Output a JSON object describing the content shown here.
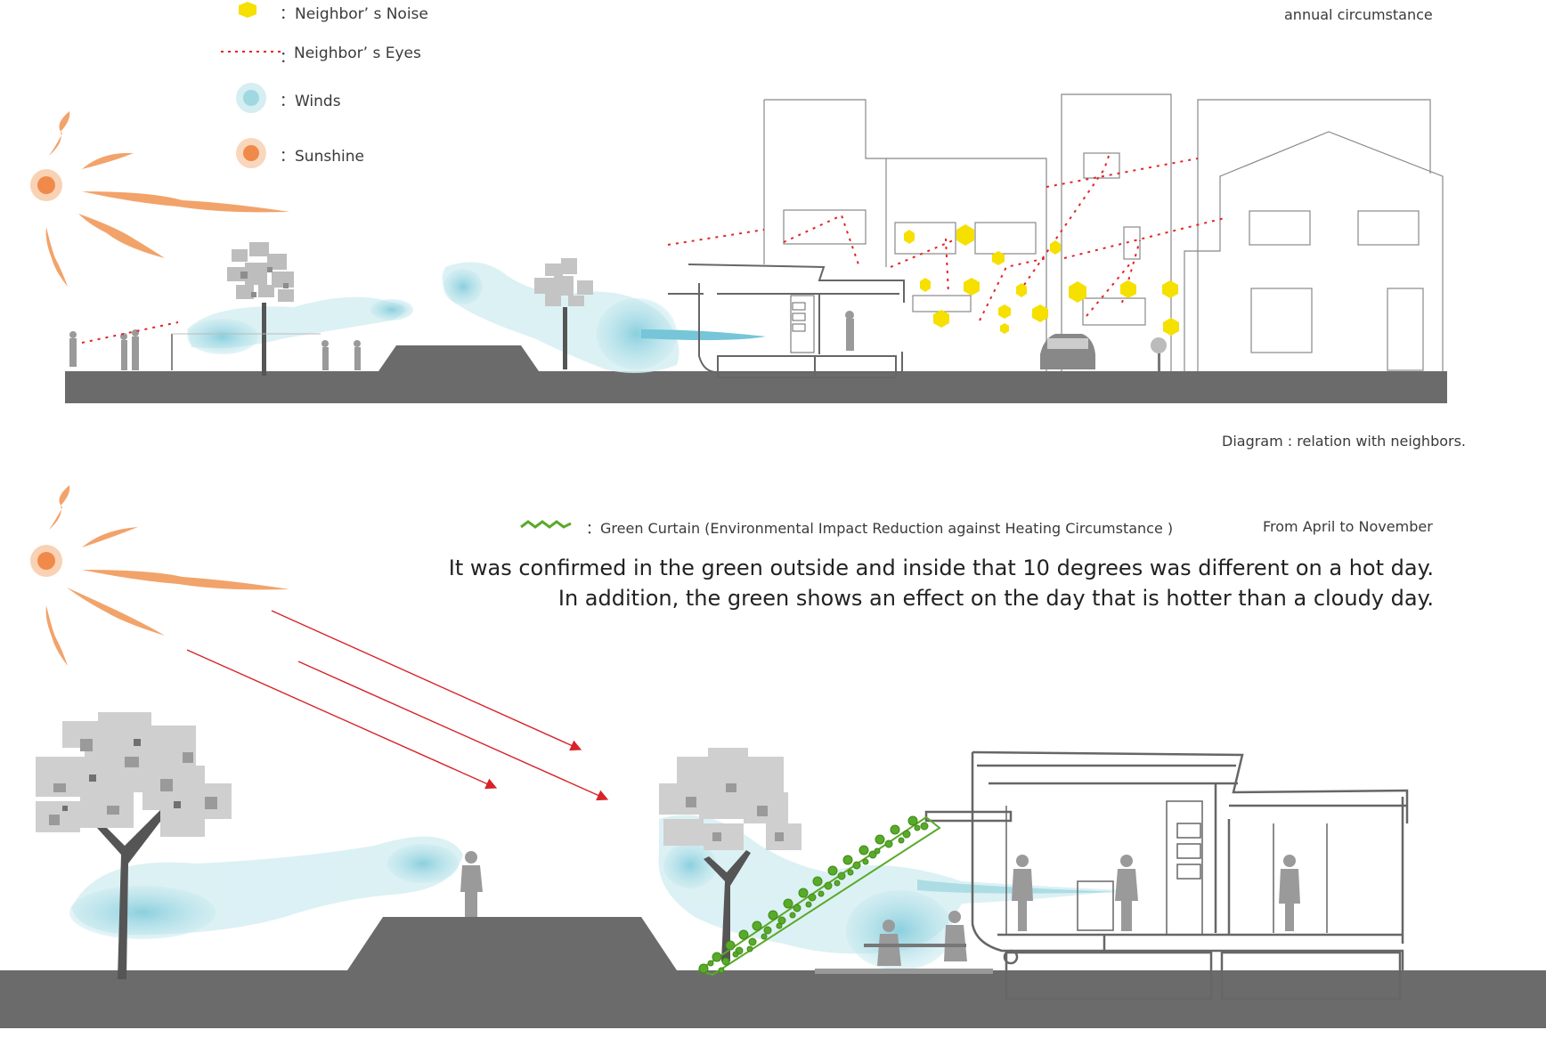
{
  "legend": {
    "noise": "：Neighbor’ s  Noise",
    "eyes": "Neighbor’ s  Eyes",
    "eyes_prefix": "：",
    "winds": "：Winds",
    "sunshine": "：Sunshine"
  },
  "top_diagram": {
    "period": "annual circumstance",
    "caption": "Diagram : relation with neighbors."
  },
  "bottom_diagram": {
    "legend_green": "：Green Curtain (Environmental Impact Reduction against Heating Circumstance )",
    "period": "From April to November",
    "statement_line1": "It was confirmed in the green outside and inside that 10 degrees was different on a hot day.",
    "statement_line2": "In addition, the green shows an effect on the day that is hotter than a cloudy day."
  },
  "colors": {
    "noise": "#f5e000",
    "eyes": "#e0262b",
    "wind": "#9fd8e0",
    "sun": "#f2a36a",
    "ground": "#6b6b6b",
    "green": "#5aaa2a",
    "building_line": "#777777"
  }
}
